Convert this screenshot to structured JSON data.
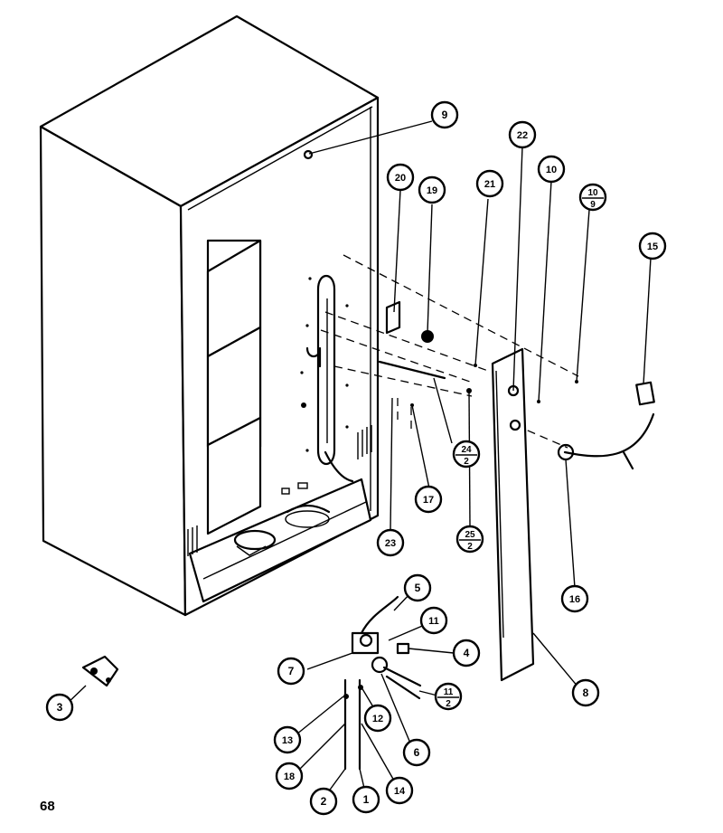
{
  "page_number": "68",
  "callouts": [
    {
      "label": "9"
    },
    {
      "label": "22"
    },
    {
      "label": "20"
    },
    {
      "label": "19"
    },
    {
      "label": "21"
    },
    {
      "label": "10"
    },
    {
      "label": "10",
      "sub": "9"
    },
    {
      "label": "15"
    },
    {
      "label": "17"
    },
    {
      "label": "24",
      "sub": "2"
    },
    {
      "label": "23"
    },
    {
      "label": "25",
      "sub": "2"
    },
    {
      "label": "16"
    },
    {
      "label": "5"
    },
    {
      "label": "11"
    },
    {
      "label": "4"
    },
    {
      "label": "7"
    },
    {
      "label": "11",
      "sub": "2"
    },
    {
      "label": "8"
    },
    {
      "label": "3"
    },
    {
      "label": "13"
    },
    {
      "label": "12"
    },
    {
      "label": "6"
    },
    {
      "label": "18"
    },
    {
      "label": "2"
    },
    {
      "label": "1"
    },
    {
      "label": "14"
    }
  ]
}
